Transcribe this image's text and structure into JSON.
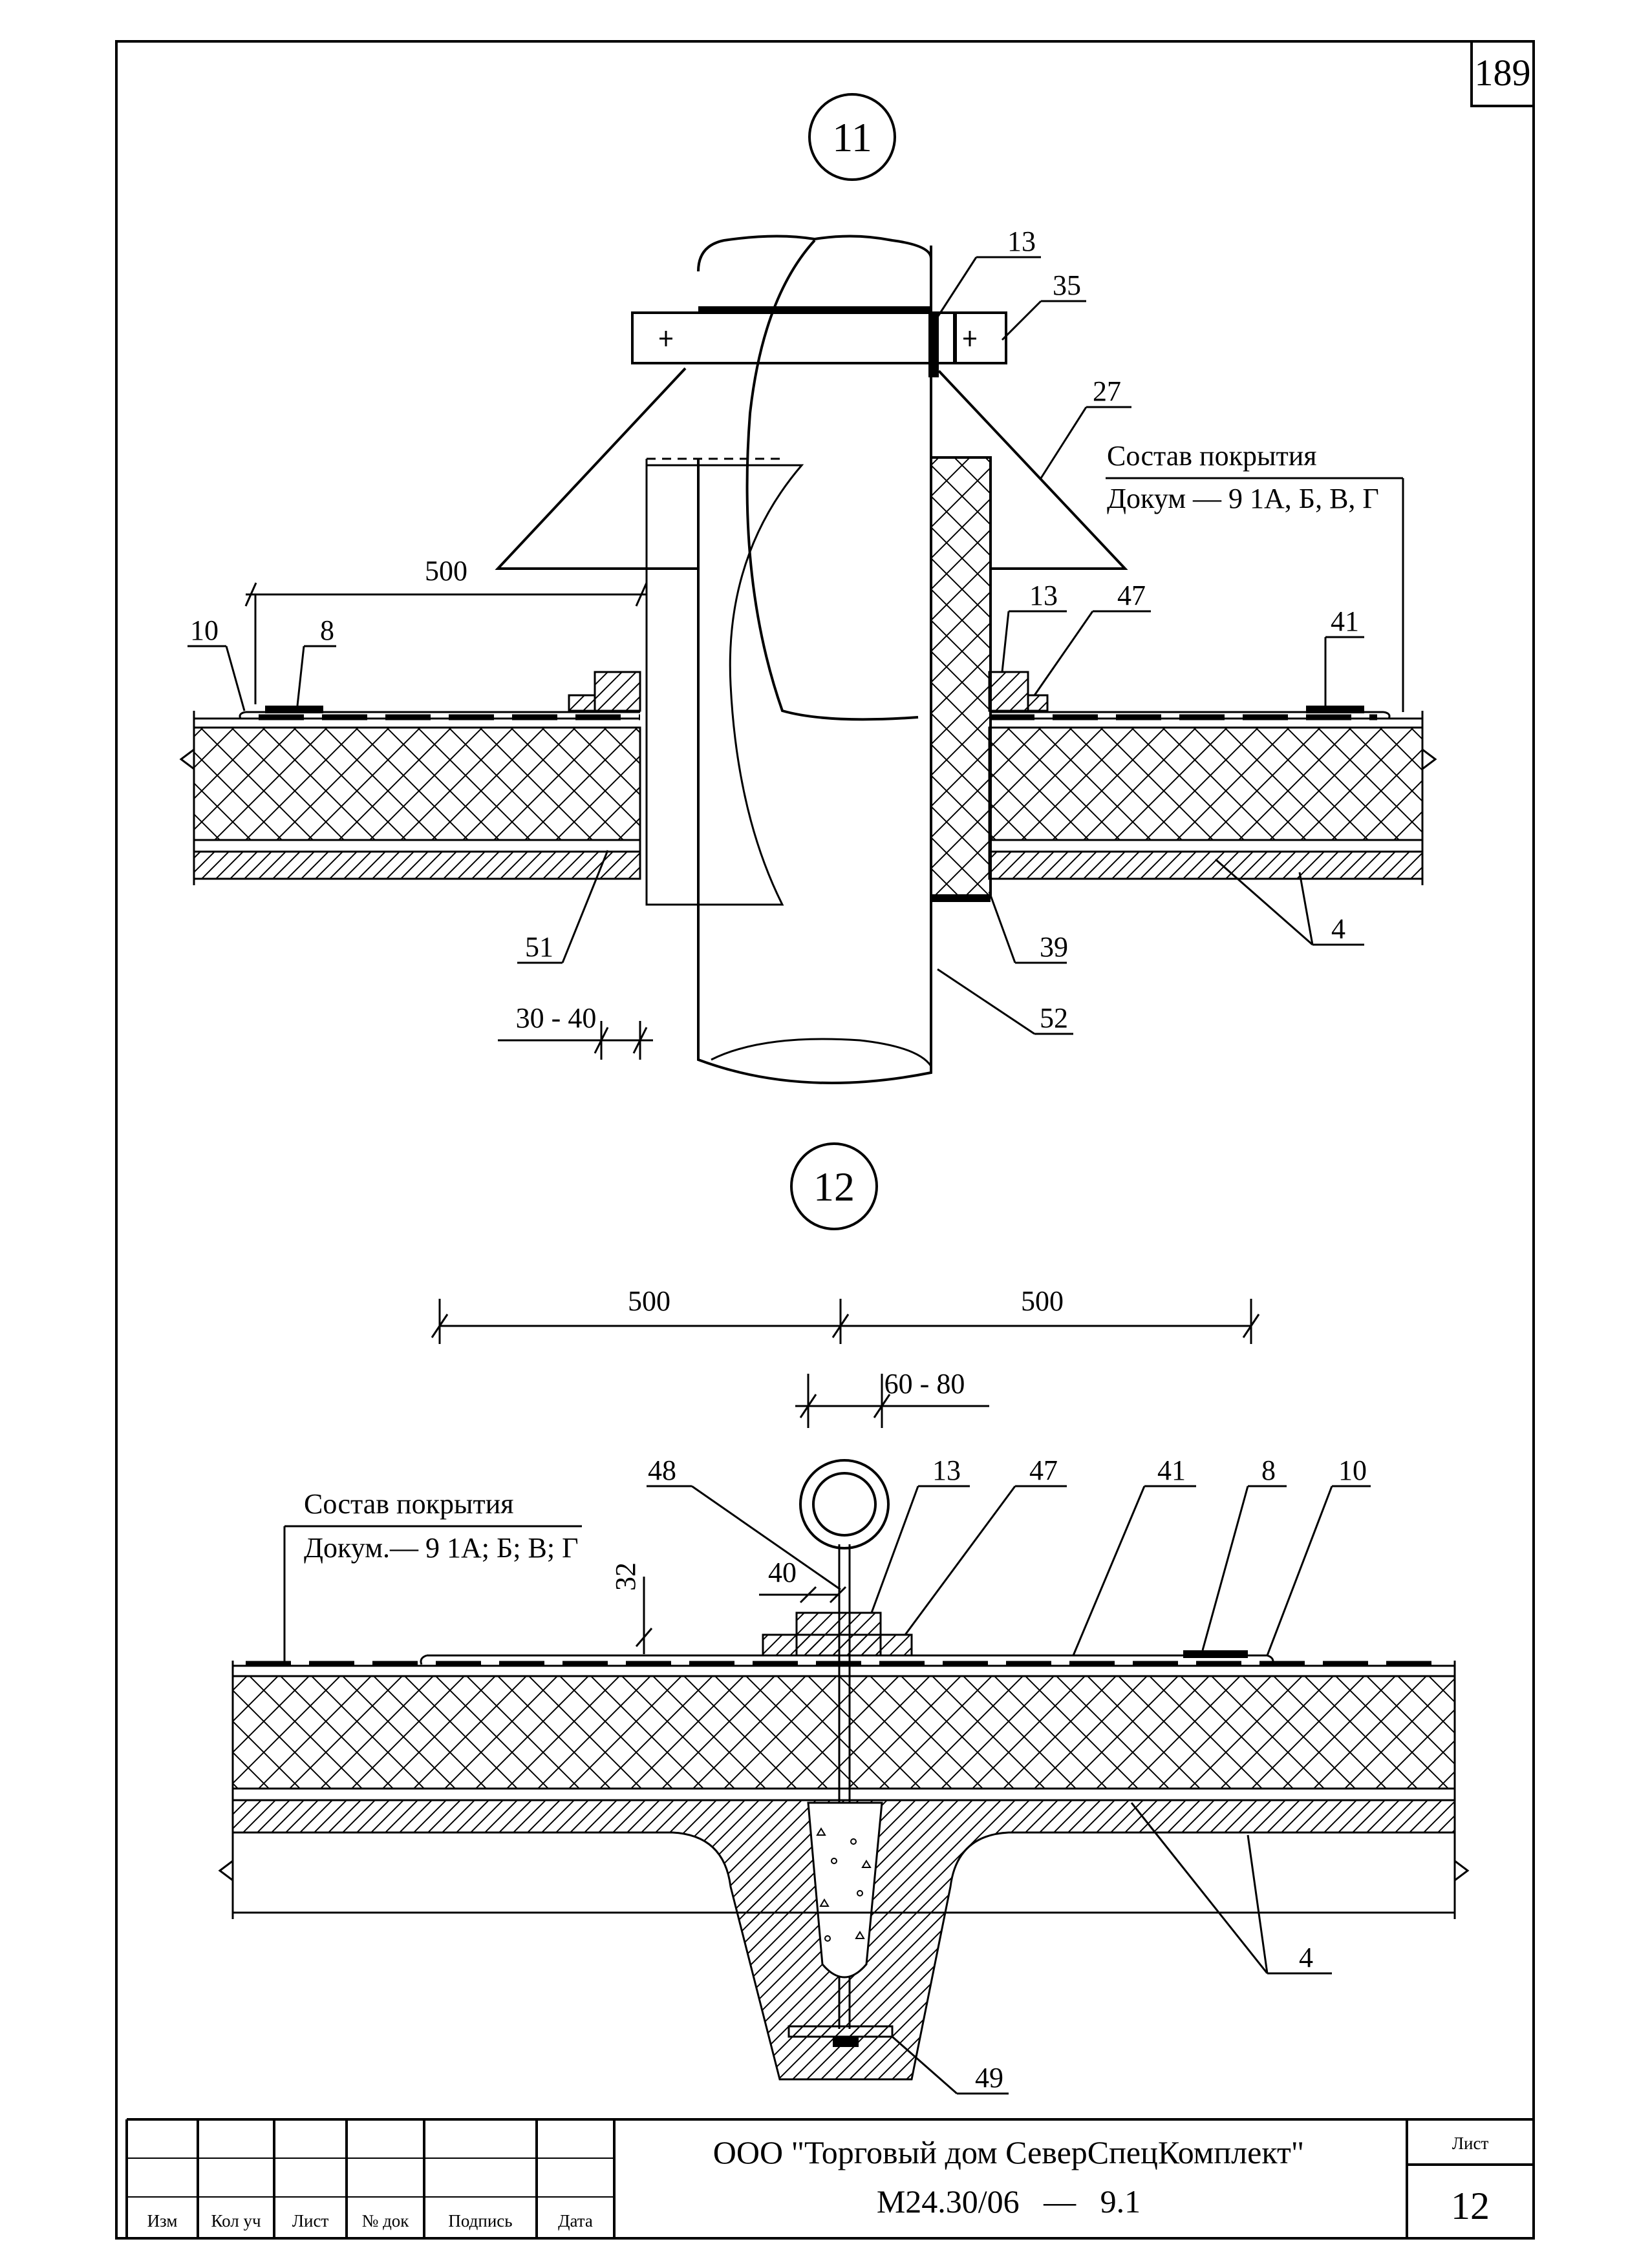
{
  "sheet_number": "189",
  "detail_11": {
    "marker": "11",
    "callouts": [
      "13",
      "35",
      "27",
      "13",
      "47",
      "41",
      "10",
      "8",
      "51",
      "39",
      "52",
      "4"
    ],
    "dimensions": {
      "offset": "500",
      "gap": "30 - 40"
    },
    "composition_label": "Состав покрытия",
    "composition_ref": "Докум — 9 1А, Б, В, Г"
  },
  "detail_12": {
    "marker": "12",
    "callouts": [
      "48",
      "13",
      "47",
      "41",
      "8",
      "10",
      "4",
      "49"
    ],
    "dimensions": {
      "left": "500",
      "right": "500",
      "bolt_spacing": "60 - 80",
      "height": "32",
      "offset": "40"
    },
    "composition_label": "Состав покрытия",
    "composition_ref": "Докум.— 9 1А; Б; В; Г"
  },
  "title_block": {
    "columns": [
      "Изм",
      "Кол уч",
      "Лист",
      "№ док",
      "Подпись",
      "Дата"
    ],
    "company": "ООО \"Торговый дом СеверСпецКомплект\"",
    "code": "М24.30/06   —   9.1",
    "sheet_label": "Лист",
    "sheet_value": "12"
  },
  "colors": {
    "ink": "#000000",
    "paper": "#ffffff"
  }
}
